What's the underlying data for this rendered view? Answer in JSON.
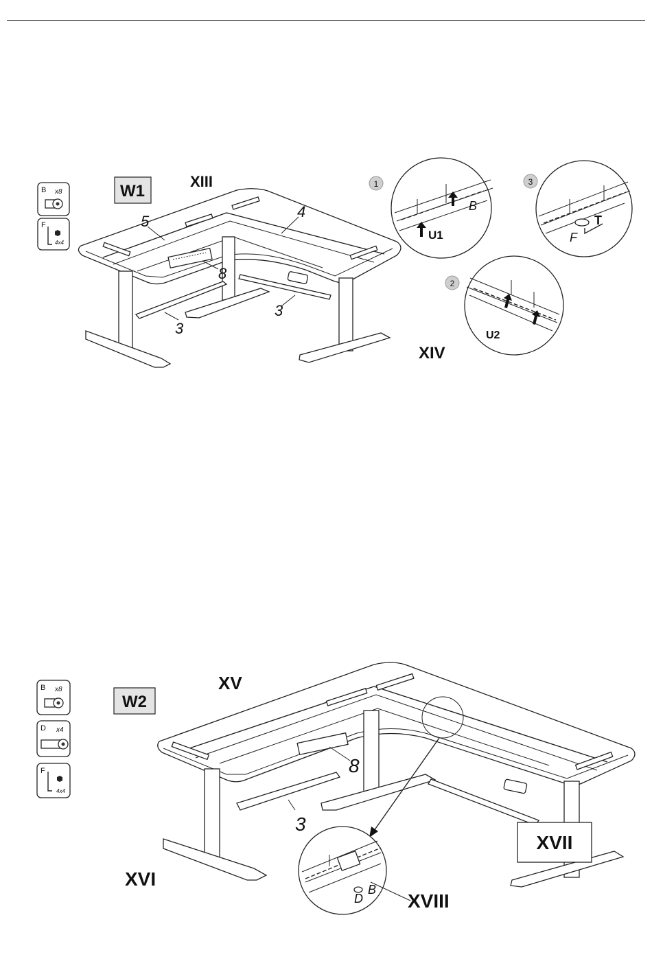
{
  "step1": {
    "badge": "W1",
    "fig_main": "XIII",
    "fig_detail": "XIV",
    "parts": [
      {
        "letter": "B",
        "qty": "x8",
        "icon": "bolt-icon"
      },
      {
        "letter": "F",
        "qty": "4x4",
        "icon": "hex-key-icon"
      }
    ],
    "callouts": {
      "crossbar": "3",
      "crossbar_right": "3",
      "beam_left": "5",
      "beam_right": "4",
      "control_box": "8"
    },
    "details": [
      {
        "num": "1",
        "labels": [
          "B",
          "U1"
        ]
      },
      {
        "num": "2",
        "labels": [
          "U2"
        ]
      },
      {
        "num": "3",
        "labels": [
          "T",
          "F"
        ]
      }
    ]
  },
  "step2": {
    "badge": "W2",
    "fig_main": "XV",
    "fig_left": "XVI",
    "fig_right": "XVII",
    "fig_detail": "XVIII",
    "parts": [
      {
        "letter": "B",
        "qty": "x8",
        "icon": "bolt-icon"
      },
      {
        "letter": "D",
        "qty": "x4",
        "icon": "long-bolt-icon"
      },
      {
        "letter": "F",
        "qty": "4x4",
        "icon": "hex-key-icon"
      }
    ],
    "callouts": {
      "crossbar": "3",
      "control_box": "8"
    },
    "detail_labels": [
      "D",
      "B"
    ]
  }
}
